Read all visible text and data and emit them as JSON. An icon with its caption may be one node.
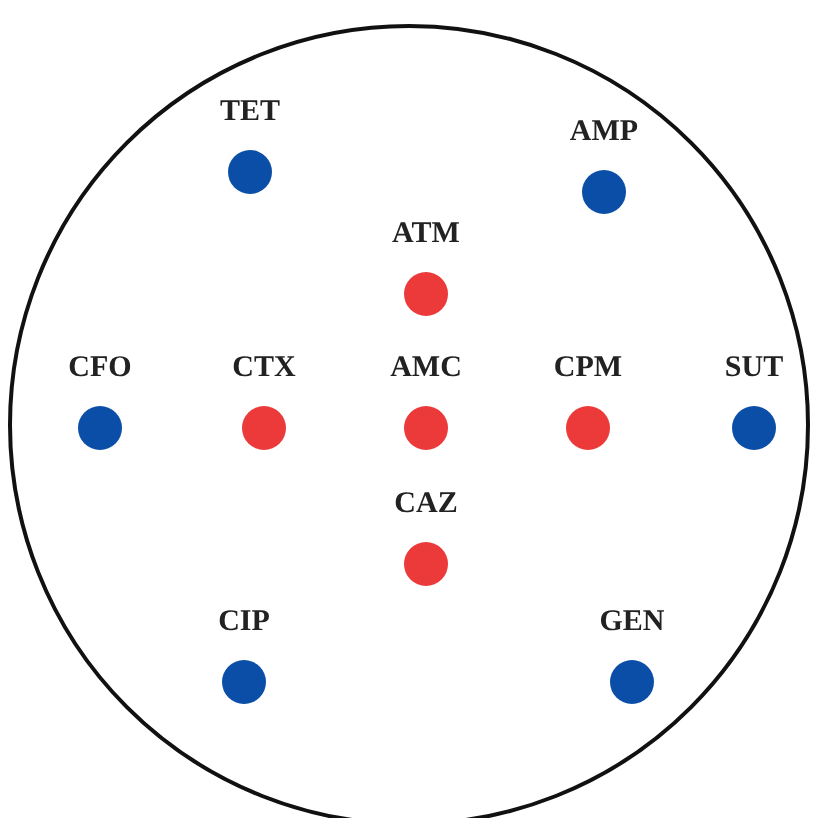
{
  "diagram": {
    "nodes": [
      {
        "text": [],
        "shape": "circle"
      },
      {
        "text": [
          "TET"
        ],
        "in": 0
      },
      {
        "text": [
          "AMP"
        ],
        "in": 0
      },
      {
        "text": [
          "ATM"
        ],
        "in": 0
      },
      {
        "text": [
          "CFO"
        ],
        "in": 0
      },
      {
        "text": [
          "CTX"
        ],
        "in": 0
      },
      {
        "text": [
          "AMC"
        ],
        "in": 0
      },
      {
        "text": [
          "CPM"
        ],
        "in": 0
      },
      {
        "text": [
          "SUT"
        ],
        "in": 0
      },
      {
        "text": [
          "CAZ"
        ],
        "in": 0
      },
      {
        "text": [
          "CIP"
        ],
        "in": 0
      },
      {
        "text": [
          "GEN"
        ],
        "in": 0
      }
    ]
  }
}
